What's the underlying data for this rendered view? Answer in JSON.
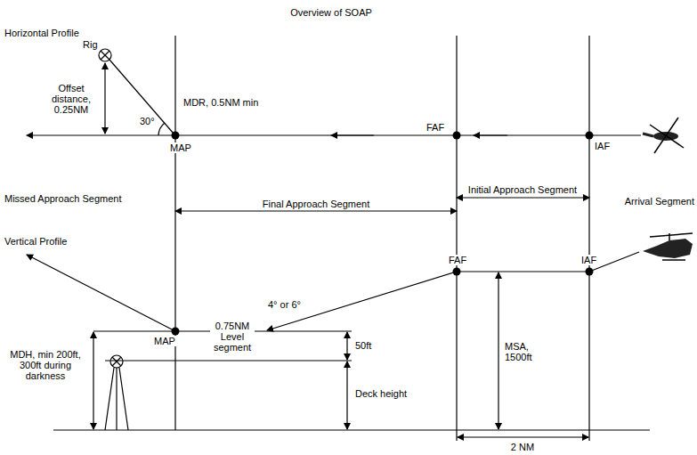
{
  "diagram": {
    "title": "Overview of SOAP",
    "labels": [
      "Horizontal Profile",
      "Rig",
      "Offset distance, 0.25NM",
      "MDR, 0.5NM min",
      "30°",
      "MAP",
      "FAF",
      "IAF",
      "Missed Approach Segment",
      "Final Approach Segment",
      "Initial Approach Segment",
      "Arrival Segment",
      "Vertical Profile",
      "FAF",
      "IAF",
      "MAP",
      "0.75NM Level segment",
      "4° or 6°",
      "50ft",
      "MDH, min 200ft, 300ft during darkness",
      "Deck height",
      "MSA, 1500ft",
      "2 NM"
    ]
  }
}
